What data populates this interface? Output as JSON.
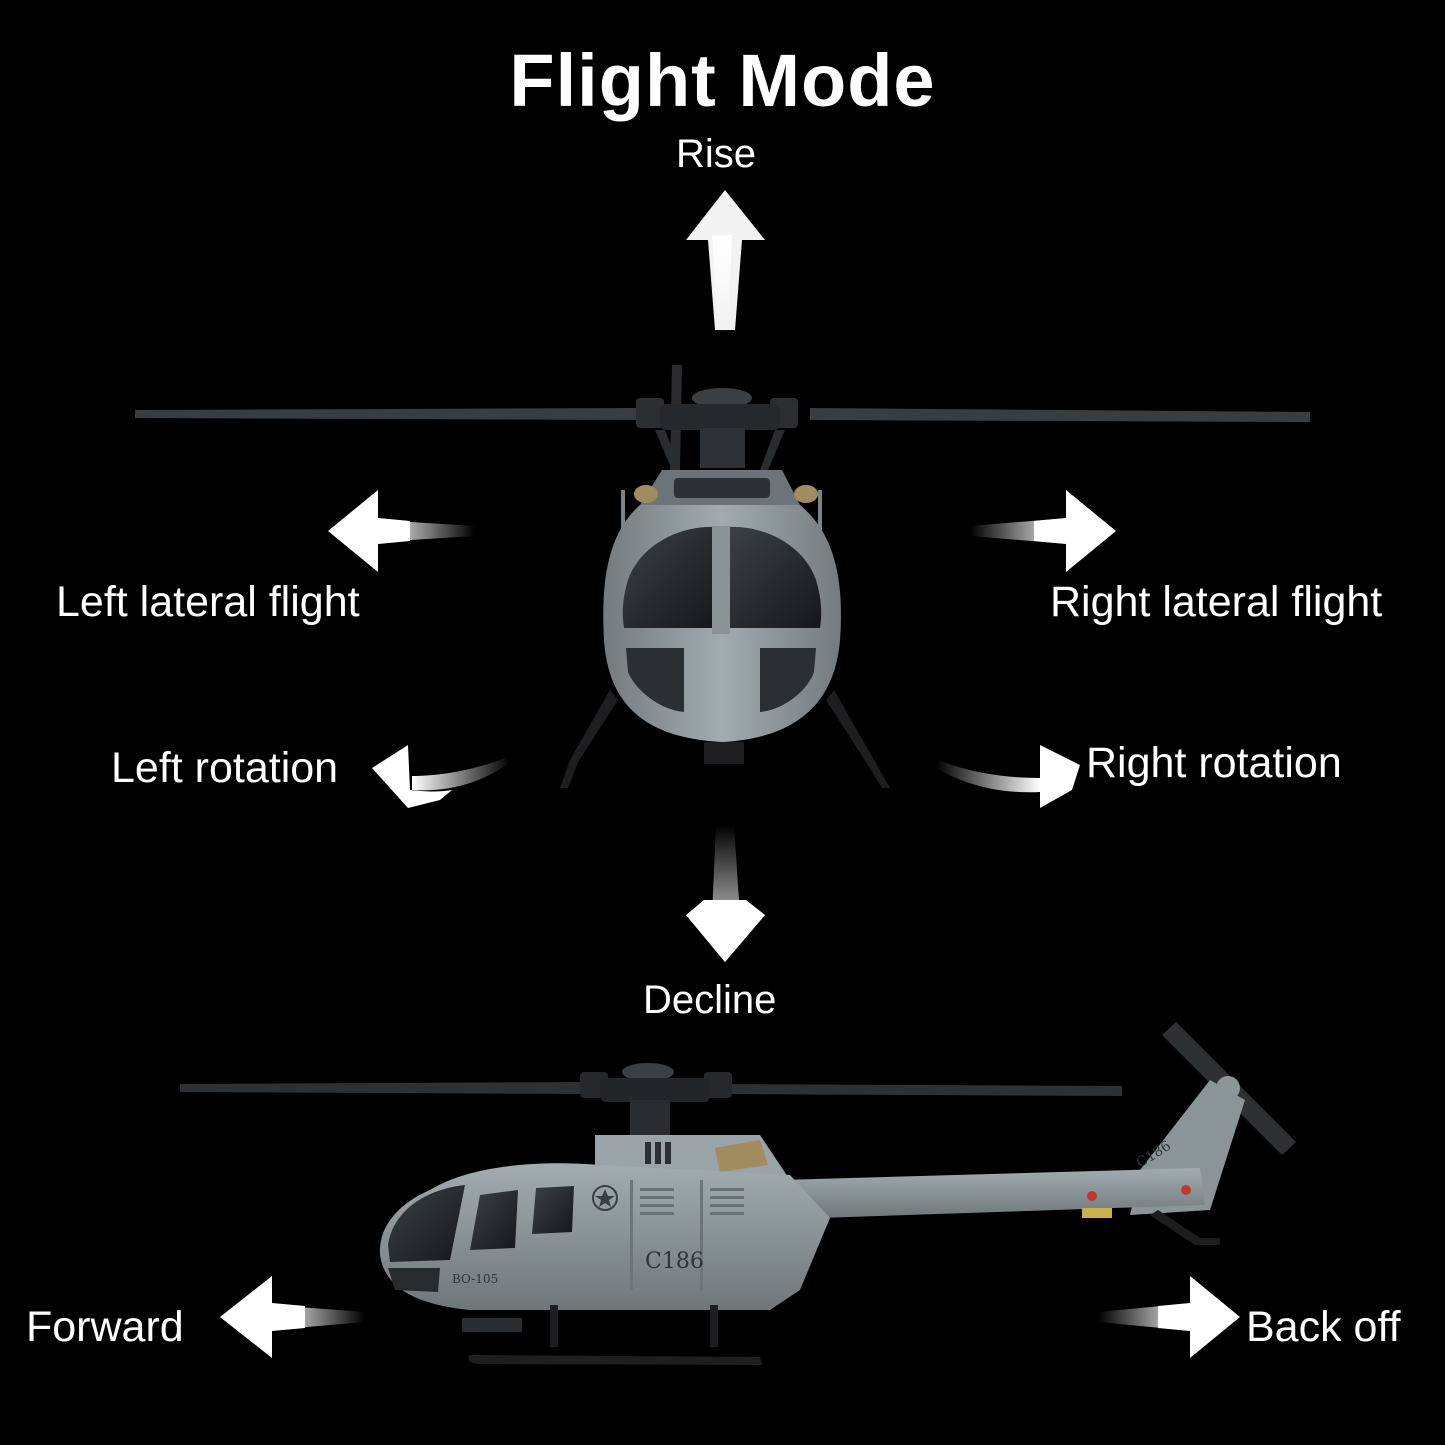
{
  "title": "Flight Mode",
  "directions": {
    "rise": "Rise",
    "left_lateral": "Left lateral flight",
    "right_lateral": "Right lateral flight",
    "left_rotation": "Left rotation",
    "right_rotation": "Right rotation",
    "decline": "Decline",
    "forward": "Forward",
    "back_off": "Back off"
  },
  "helicopter": {
    "model_label": "C186",
    "type_label": "BO-105",
    "tail_label": "C186"
  },
  "colors": {
    "background": "#000000",
    "text": "#ffffff",
    "fuselage": "#8e979b",
    "canopy": "#1f2326"
  }
}
